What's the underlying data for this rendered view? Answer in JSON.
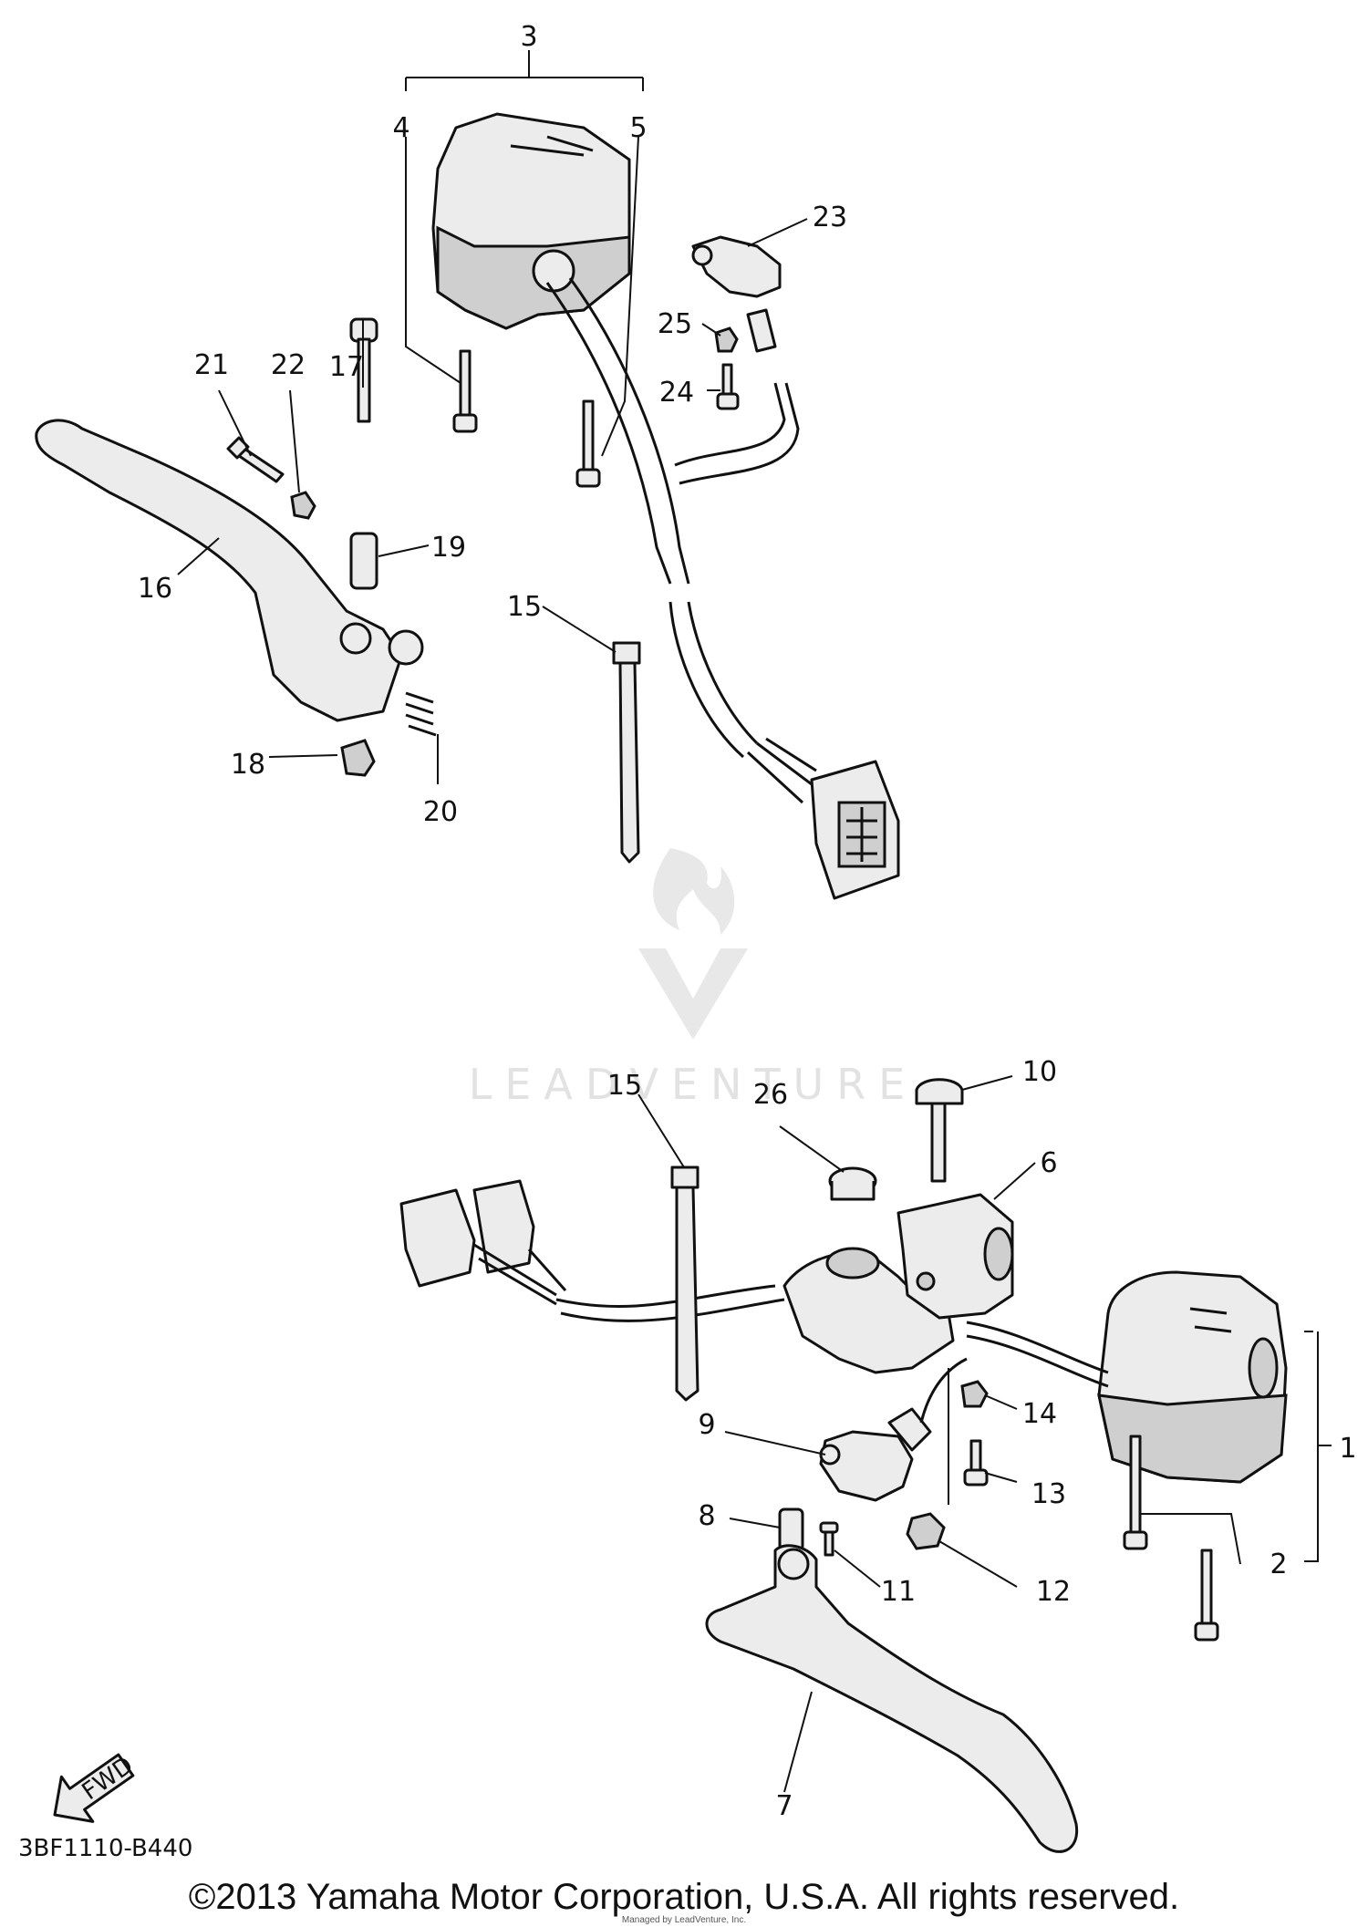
{
  "watermark": {
    "text": "LEADVENTURE"
  },
  "callouts": [
    "1",
    "2",
    "3",
    "4",
    "5",
    "6",
    "7",
    "8",
    "9",
    "10",
    "11",
    "12",
    "13",
    "14",
    "15",
    "16",
    "17",
    "18",
    "19",
    "20",
    "21",
    "22",
    "23",
    "24",
    "25",
    "26"
  ],
  "callout_15_lower": "15",
  "drawing_code": "3BF1110-B440",
  "fwd_label": "FWD",
  "copyright": "©2013 Yamaha Motor Corporation, U.S.A. All rights reserved.",
  "credit": "Managed by LeadVenture, Inc."
}
